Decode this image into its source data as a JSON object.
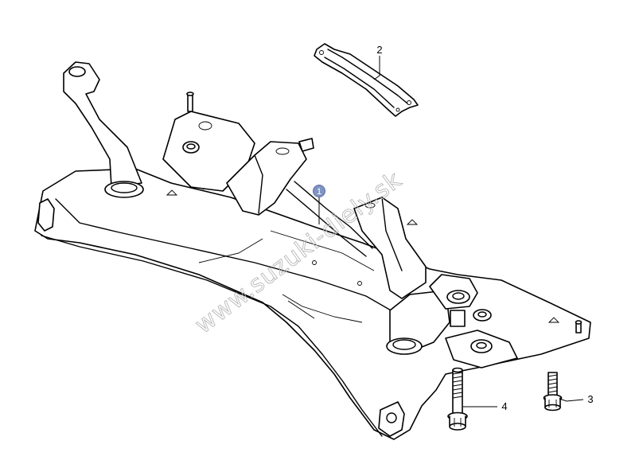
{
  "diagram": {
    "callouts": [
      {
        "id": "callout-1",
        "label": "1",
        "highlighted": true
      },
      {
        "id": "callout-2",
        "label": "2",
        "highlighted": false
      },
      {
        "id": "callout-3",
        "label": "3",
        "highlighted": false
      },
      {
        "id": "callout-4",
        "label": "4",
        "highlighted": false
      }
    ],
    "highlight_color": "#7f93c4",
    "line_color": "#000000",
    "background_color": "#ffffff"
  },
  "watermark": {
    "text": "www.suzuki-diely.sk",
    "color": "#b9b9b9"
  }
}
